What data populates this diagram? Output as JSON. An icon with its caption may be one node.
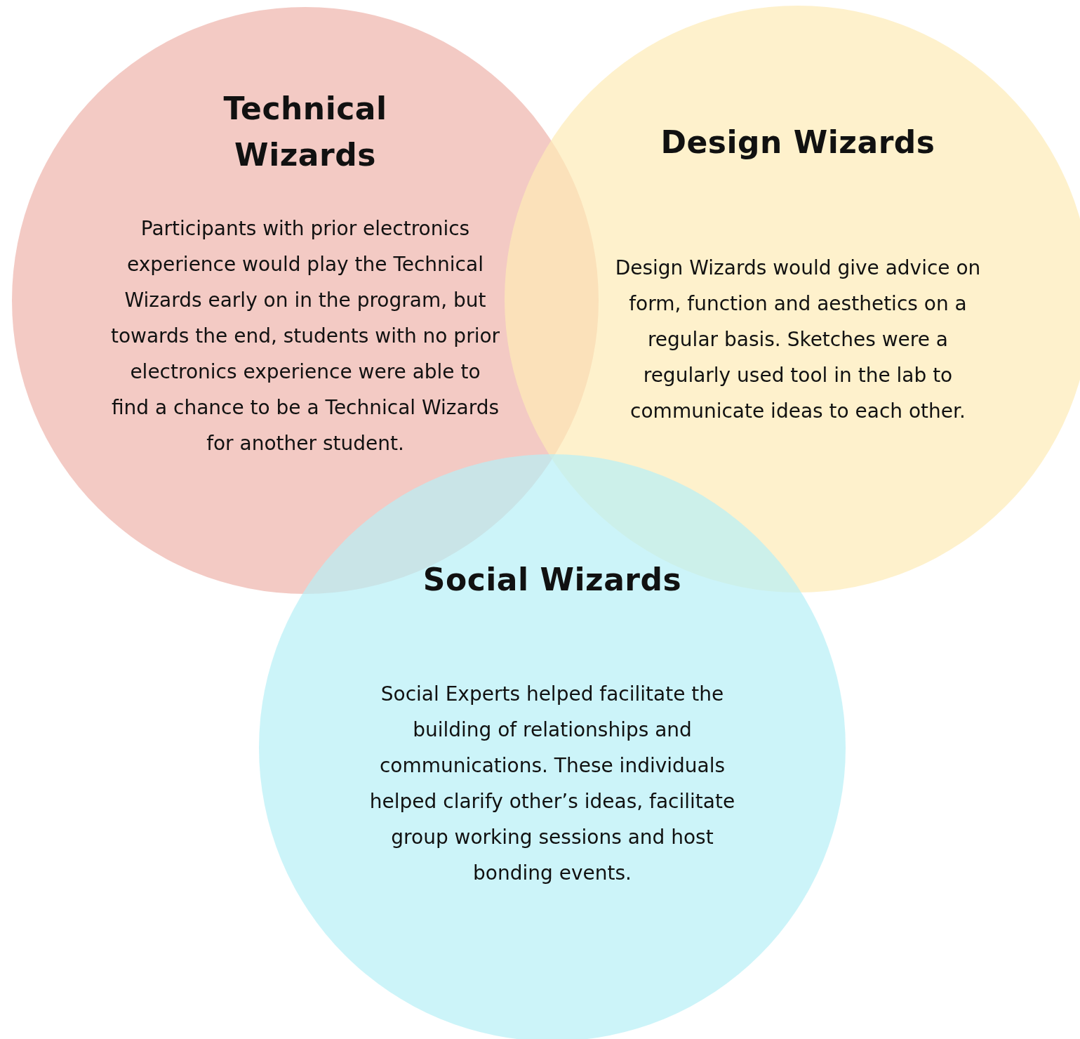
{
  "diagram": {
    "nodes": [
      {
        "text": [
          "Technical Wizards",
          "Participants with prior electronics experience would play the Technical Wizards early on in the program, but towards the end, students with no prior electronics experience were able to find a chance to be a Technical Wizards for another student."
        ]
      },
      {
        "text": [
          "Design Wizards",
          "Design Wizards would give advice on form, function and aesthetics on a regular basis. Sketches were a regularly used tool in the lab to communicate ideas to each other."
        ]
      },
      {
        "text": [
          "Social Wizards",
          "Social Experts helped facilitate the building of relationships and communications. These individuals helped clarify other’s ideas, facilitate group working sessions and host bonding events."
        ]
      }
    ]
  }
}
